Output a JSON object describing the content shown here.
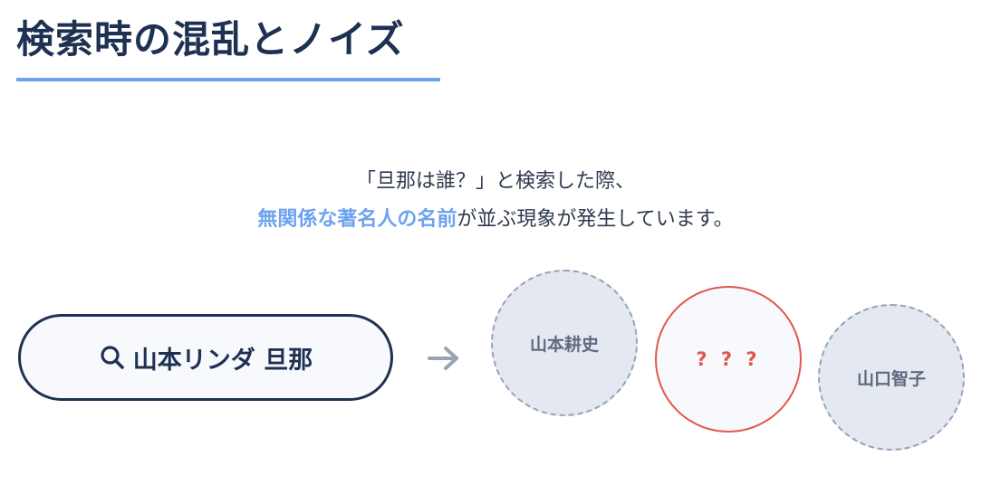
{
  "title": "検索時の混乱とノイズ",
  "intro": {
    "line1": "「旦那は誰？」と検索した際、",
    "line2_highlight": "無関係な著名人の名前",
    "line2_rest": "が並ぶ現象が発生しています。"
  },
  "search": {
    "query": "山本リンダ 旦那",
    "icon": "search-icon"
  },
  "arrow": {
    "icon": "arrow-right-icon"
  },
  "results": [
    {
      "label": "山本耕史",
      "kind": "celebrity"
    },
    {
      "label": "? ? ?",
      "kind": "unknown"
    },
    {
      "label": "山口智子",
      "kind": "celebrity"
    }
  ],
  "colors": {
    "navy": "#1f3152",
    "accent_blue": "#6ea2ef",
    "warning_red": "#e0574e",
    "bubble_gray": "#e4e8f1",
    "arrow_gray": "#9aa3b5"
  }
}
